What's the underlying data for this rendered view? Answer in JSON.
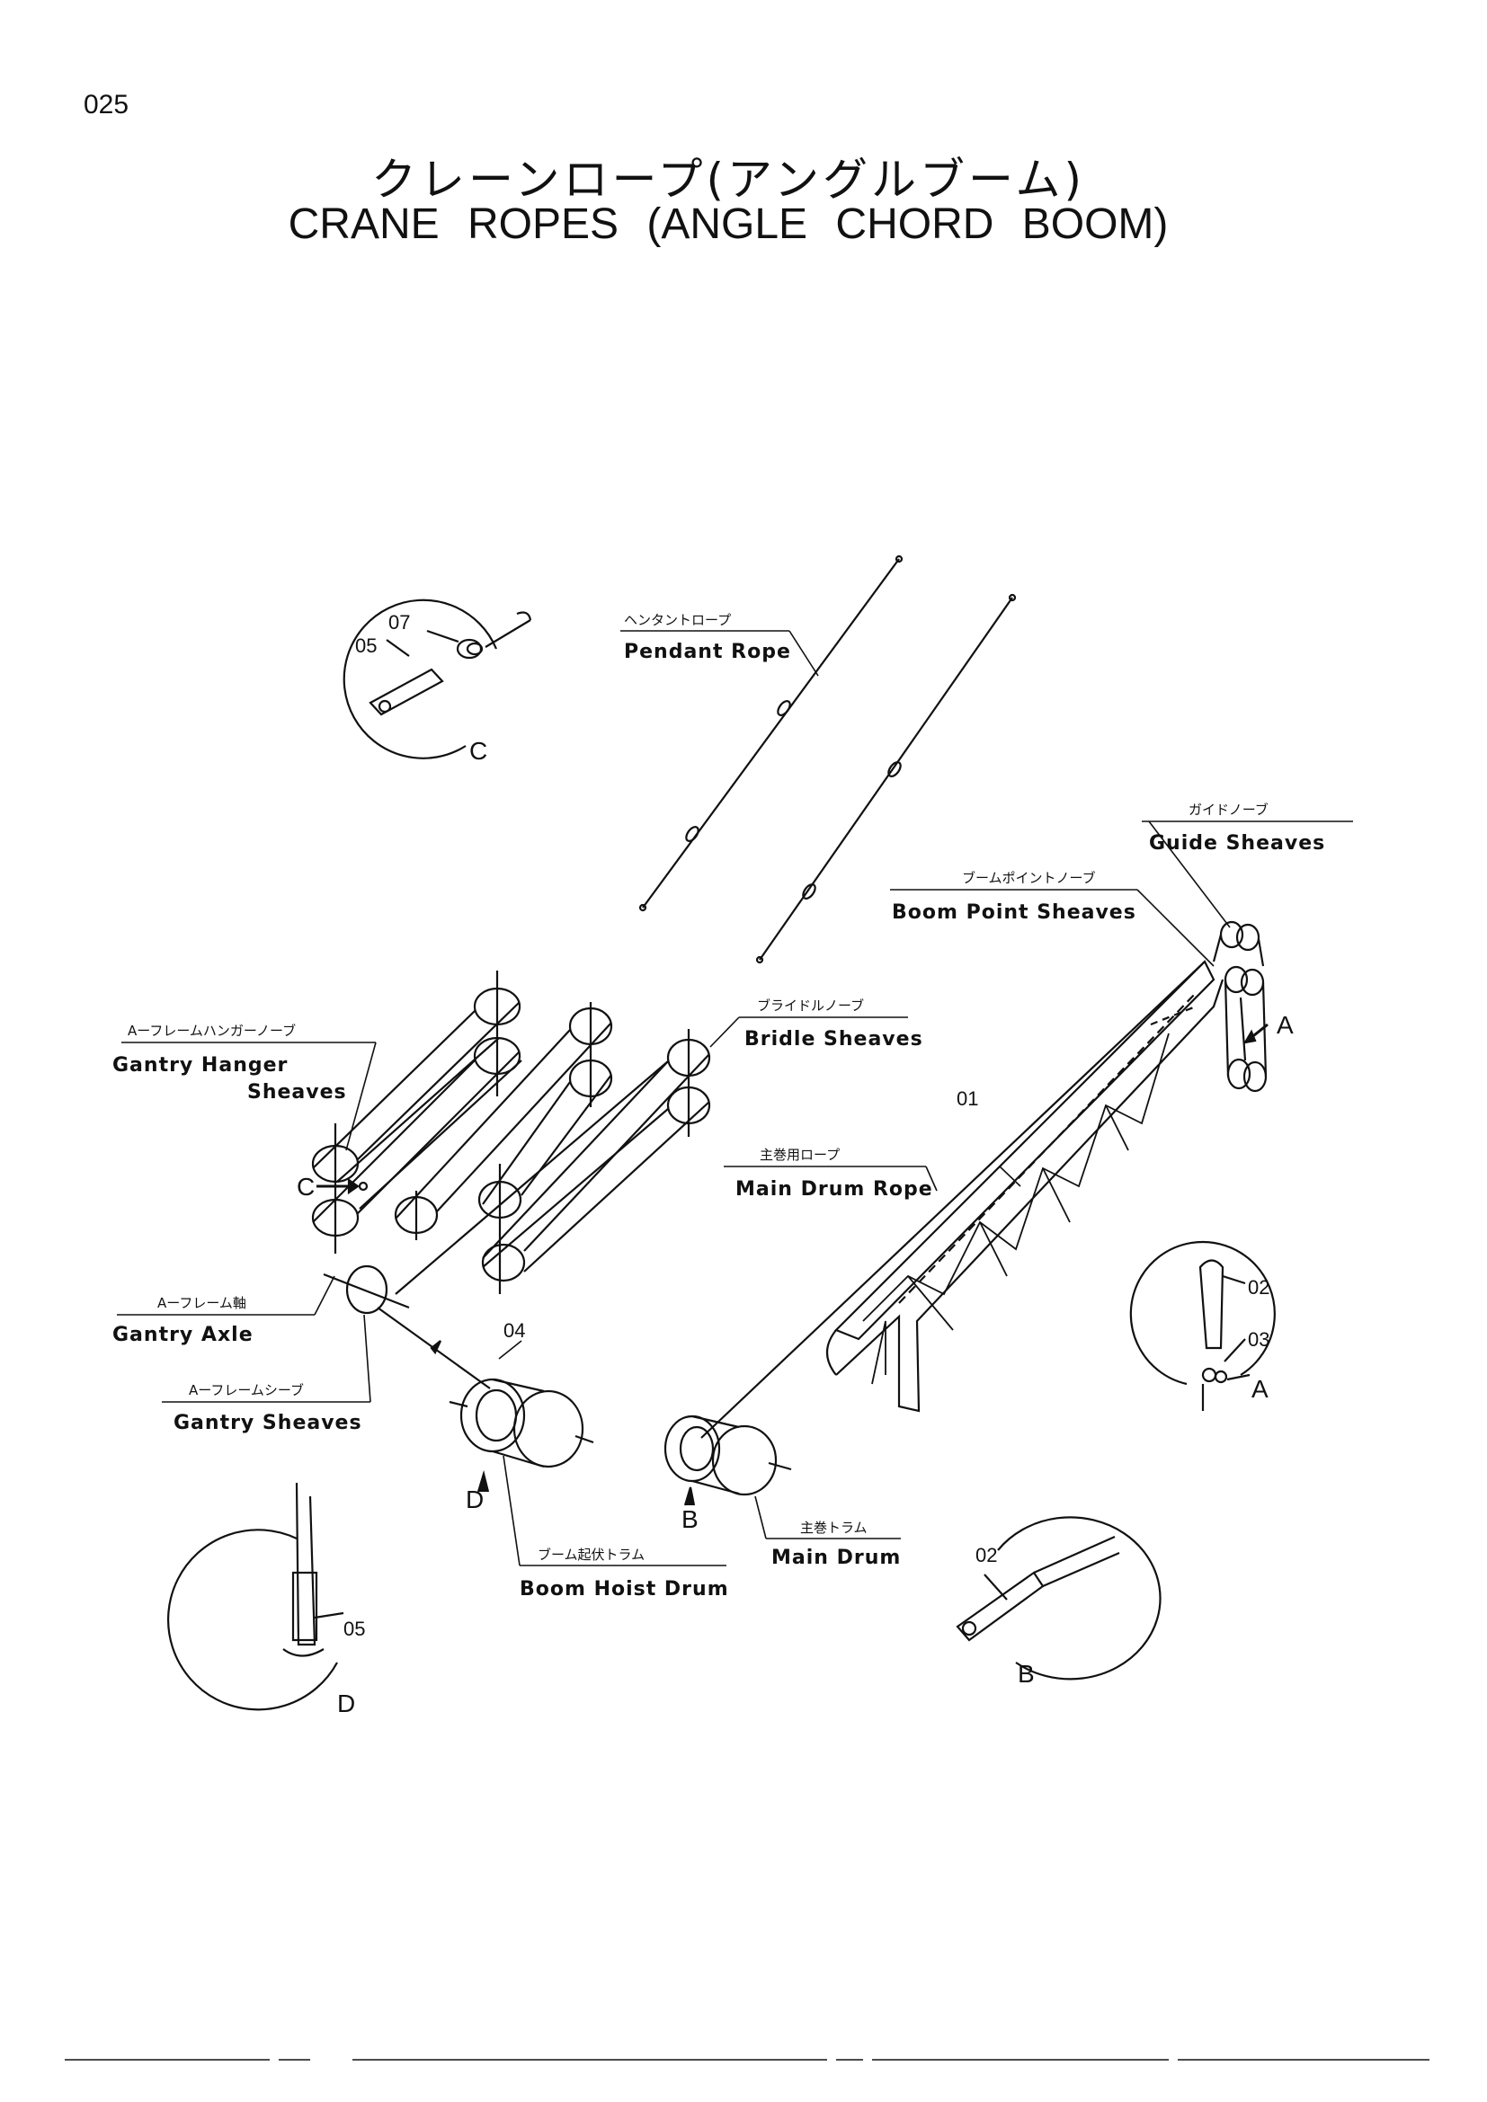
{
  "page_number": "025",
  "title": {
    "jp": "クレーンロープ(アングルブーム)",
    "en": "CRANE   ROPES (ANGLE   CHORD   BOOM)"
  },
  "labels": {
    "pendant_rope": {
      "jp": "ヘンタントロープ",
      "en": "Pendant Rope"
    },
    "guide_sheaves": {
      "jp": "ガイドノーブ",
      "en": "Guide Sheaves"
    },
    "boom_point_sheaves": {
      "jp": "ブームポイントノーブ",
      "en": "Boom Point Sheaves"
    },
    "bridle_sheaves": {
      "jp": "ブライドルノーブ",
      "en": "Bridle Sheaves"
    },
    "gantry_hanger_sheaves": {
      "jp": "Aーフレームハンガーノーブ",
      "en_line1": "Gantry Hanger",
      "en_line2": "Sheaves"
    },
    "main_drum_rope": {
      "jp": "主巻用ロープ",
      "en": "Main Drum Rope"
    },
    "gantry_axle": {
      "jp": "Aーフレーム軸",
      "en": "Gantry Axle"
    },
    "gantry_sheaves": {
      "jp": "Aーフレームシーブ",
      "en": "Gantry Sheaves"
    },
    "main_drum": {
      "jp": "主巻トラム",
      "en": "Main Drum"
    },
    "boom_hoist_drum": {
      "jp": "ブーム起伏トラム",
      "en": "Boom Hoist Drum"
    }
  },
  "part_numbers": {
    "p01": "01",
    "p02": "02",
    "p03": "03",
    "p04": "04",
    "p05": "05",
    "p07": "07"
  },
  "detail_letters": {
    "a": "A",
    "b": "B",
    "c": "C",
    "d": "D"
  }
}
